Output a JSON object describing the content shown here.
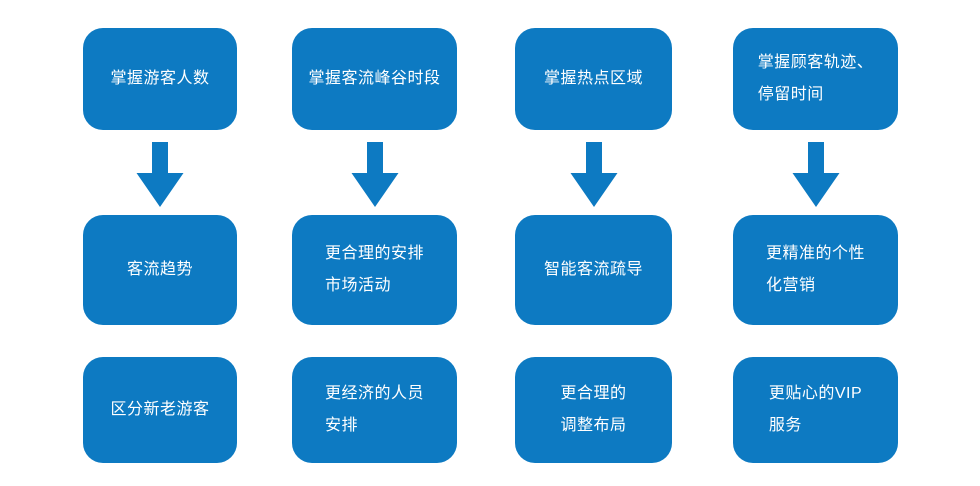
{
  "theme": {
    "accent_color": "#0d7ac2",
    "background_color": "#ffffff",
    "box_text_color": "#ffffff"
  },
  "diagram": {
    "type": "flow-benefit-matrix",
    "columns": [
      {
        "top": "掌握游客人数",
        "arrow_icon": "down-arrow",
        "middle": "客流趋势",
        "bottom": "区分新老游客"
      },
      {
        "top": "掌握客流峰谷时段",
        "arrow_icon": "down-arrow",
        "middle": "更合理的安排\n市场活动",
        "bottom": "更经济的人员\n安排"
      },
      {
        "top": "掌握热点区域",
        "arrow_icon": "down-arrow",
        "middle": "智能客流疏导",
        "bottom": "更合理的\n调整布局"
      },
      {
        "top": "掌握顾客轨迹、\n停留时间",
        "arrow_icon": "down-arrow",
        "middle": "更精准的个性\n化营销",
        "bottom": "更贴心的VIP\n服务"
      }
    ]
  }
}
